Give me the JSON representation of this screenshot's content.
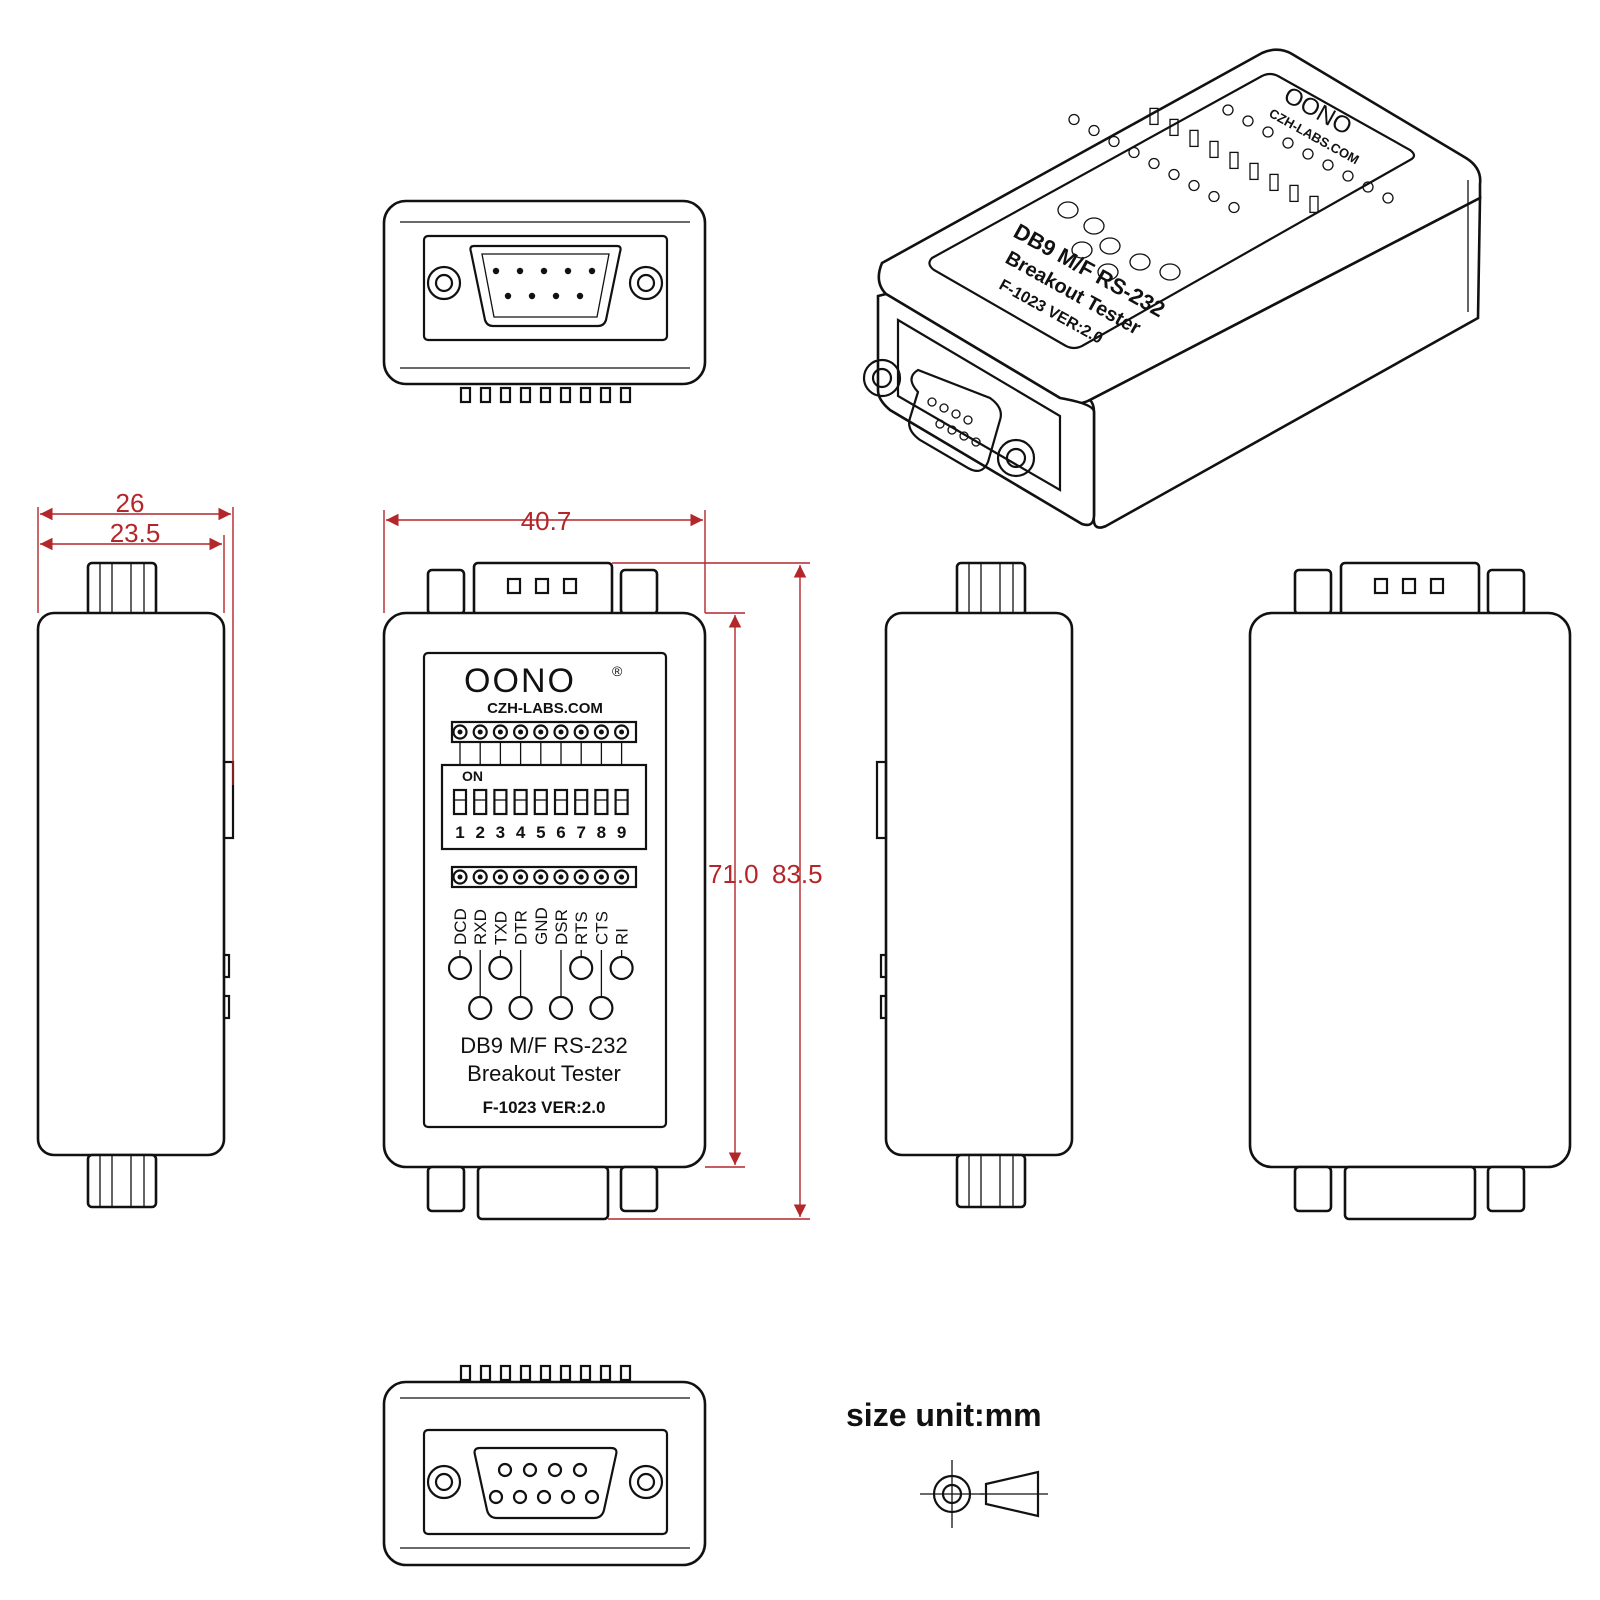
{
  "brand": "OONO",
  "registered_mark": "®",
  "website": "CZH-LABS.COM",
  "switch_on_label": "ON",
  "switch_numbers": [
    "1",
    "2",
    "3",
    "4",
    "5",
    "6",
    "7",
    "8",
    "9"
  ],
  "signals": [
    "DCD",
    "RXD",
    "TXD",
    "DTR",
    "GND",
    "DSR",
    "RTS",
    "CTS",
    "RI"
  ],
  "title_line1": "DB9 M/F RS-232",
  "title_line2": "Breakout Tester",
  "model": "F-1023 VER:2.0",
  "dimensions": {
    "width_overall": "26",
    "width_body": "23.5",
    "front_width": "40.7",
    "body_length": "71.0",
    "overall_length": "83.5"
  },
  "unit_note": "size unit:mm",
  "colors": {
    "dimension": "#b3262a",
    "outline": "#111111"
  }
}
